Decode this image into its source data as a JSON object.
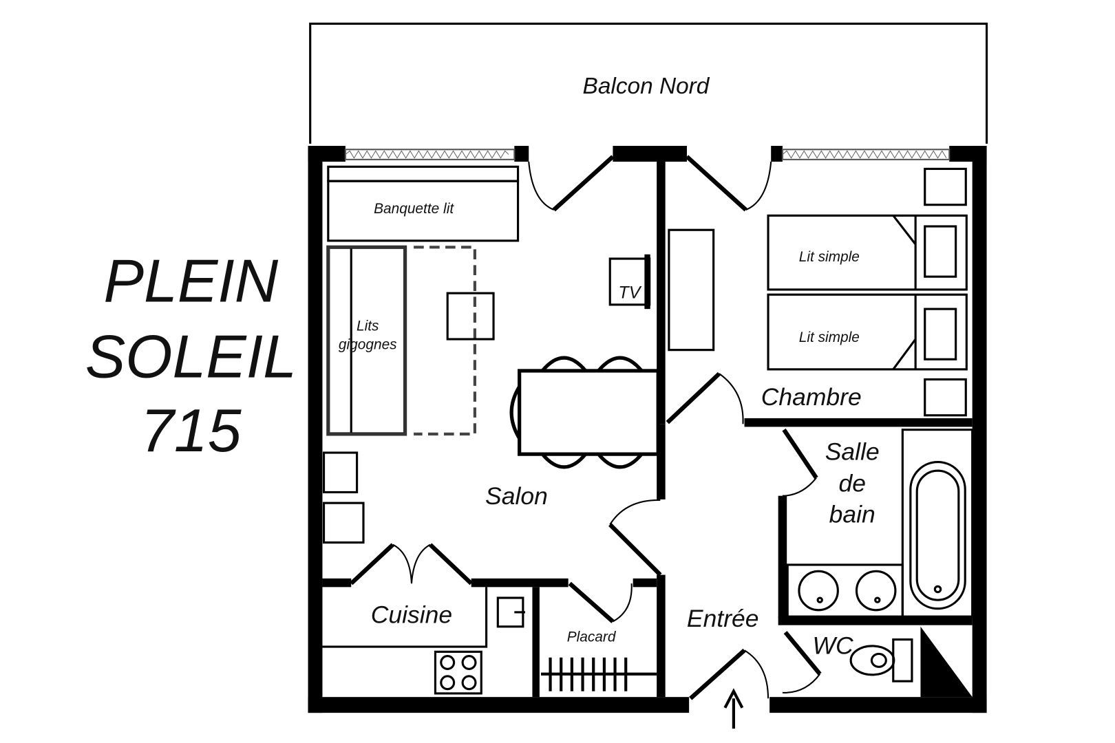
{
  "title": {
    "line1": "PLEIN",
    "line2": "SOLEIL",
    "line3": "715"
  },
  "rooms": {
    "balcony": "Balcon Nord",
    "living": "Salon",
    "bedroom": "Chambre",
    "bathroom_1": "Salle",
    "bathroom_2": "de",
    "bathroom_3": "bain",
    "kitchen": "Cuisine",
    "closet": "Placard",
    "entrance": "Entrée",
    "wc": "WC"
  },
  "furniture": {
    "sofa_bed": "Banquette lit",
    "bunk_1": "Lits",
    "bunk_2": "gigognes",
    "tv": "TV",
    "single_bed_1": "Lit simple",
    "single_bed_2": "Lit simple"
  }
}
